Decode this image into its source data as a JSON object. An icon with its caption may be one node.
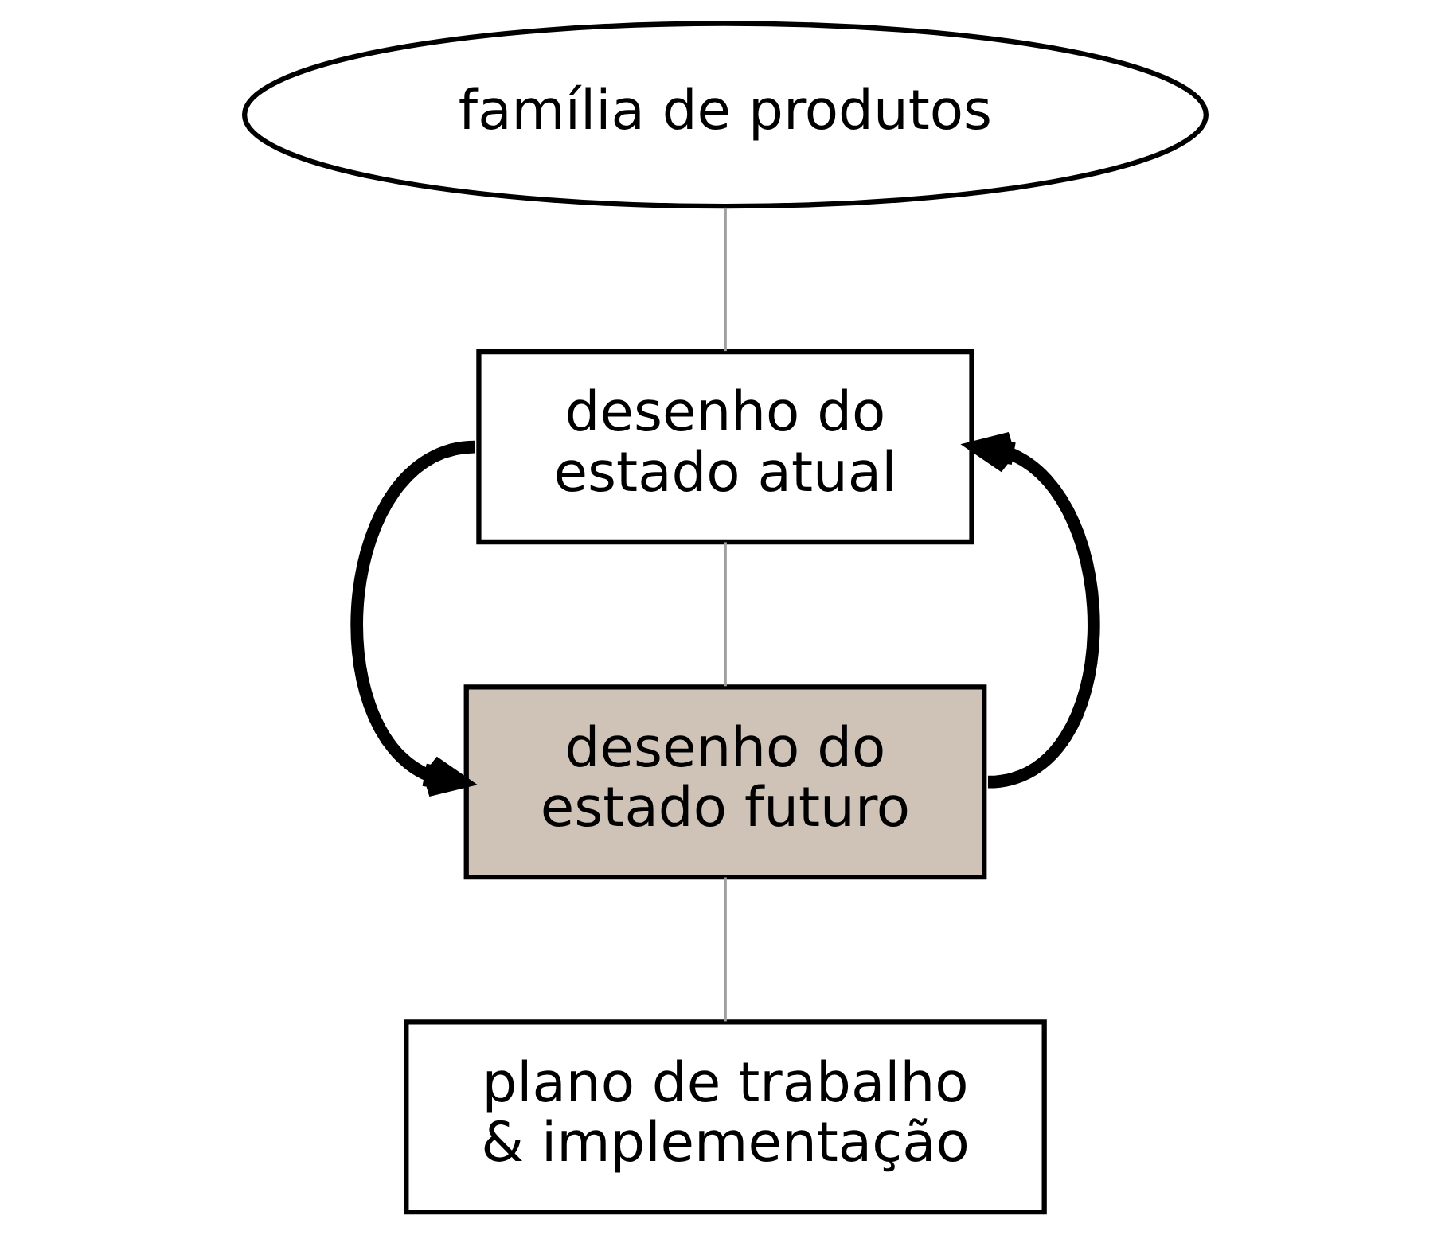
{
  "diagram": {
    "nodes": [
      {
        "text": [
          "família de produtos"
        ]
      },
      {
        "text": [
          "desenho do estado atual"
        ]
      },
      {
        "text": [
          "desenho do estado futuro"
        ]
      },
      {
        "text": [
          "plano de trabalho & implementação"
        ]
      }
    ],
    "edges": [
      {
        "from": 0,
        "to": 1,
        "arrow": "none",
        "color": "#a0a0a0"
      },
      {
        "from": 1,
        "to": 2,
        "arrow": "none",
        "color": "#a0a0a0"
      },
      {
        "from": 2,
        "to": 3,
        "arrow": "none",
        "color": "#a0a0a0"
      },
      {
        "from": 1,
        "to": 2,
        "arrow": "to",
        "style": "thick",
        "color": "#000000"
      },
      {
        "from": 2,
        "to": 1,
        "arrow": "to",
        "style": "thick",
        "color": "#000000"
      }
    ]
  }
}
